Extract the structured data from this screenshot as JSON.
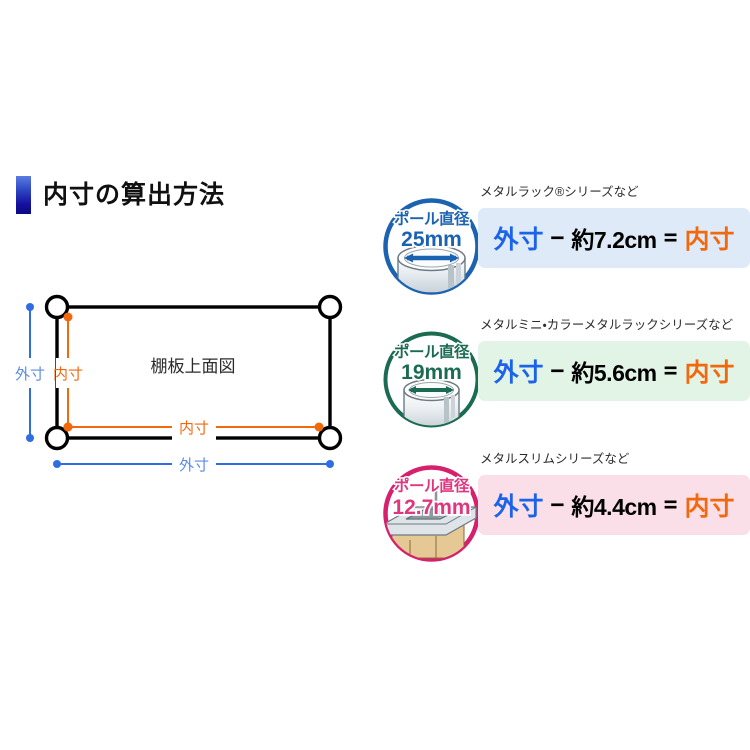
{
  "page": {
    "background_color": "#ffffff",
    "title": "内寸の算出方法"
  },
  "diagram": {
    "name": "shelf-board-top-view-diagram",
    "center_label": "棚板上面図",
    "outer_label_horizontal": "外寸",
    "outer_label_vertical": "外寸",
    "inner_label_horizontal": "内寸",
    "inner_label_vertical": "内寸",
    "outer_color": "#2f6ee0",
    "inner_color": "#f2690d",
    "board_outline_color": "#000000",
    "post_marker_color": "#ffffff"
  },
  "rows": [
    {
      "badge": {
        "name": "pole-diameter-badge-25mm",
        "label": "ポール直径",
        "diameter": "25mm",
        "ring_color": "#1b63b0",
        "text_color": "#1b63b0",
        "illustration": "chrome-pole-top-view"
      },
      "caption": "メタルラック®シリーズなど",
      "equation": {
        "outer": "外寸",
        "minus": "−",
        "value": "約7.2cm",
        "equals": "=",
        "inner": "内寸"
      },
      "box_color": "#dfeaf8"
    },
    {
      "badge": {
        "name": "pole-diameter-badge-19mm",
        "label": "ポール直径",
        "diameter": "19mm",
        "ring_color": "#1a6b52",
        "text_color": "#1a6b52",
        "illustration": "chrome-pole-top-view"
      },
      "caption": "メタルミニ・カラーメタルラックシリーズなど",
      "equation": {
        "outer": "外寸",
        "minus": "−",
        "value": "約5.6cm",
        "equals": "=",
        "inner": "内寸"
      },
      "box_color": "#e1f4e6"
    },
    {
      "badge": {
        "name": "pole-diameter-badge-12-7mm",
        "label": "ポール直径",
        "diameter": "12.7mm",
        "ring_color": "#d6206b",
        "text_color": "#e0357f",
        "illustration": "kitchen-sink-counter"
      },
      "caption": "メタルスリムシリーズなど",
      "equation": {
        "outer": "外寸",
        "minus": "−",
        "value": "約4.4cm",
        "equals": "=",
        "inner": "内寸"
      },
      "box_color": "#fbdfe8"
    }
  ]
}
